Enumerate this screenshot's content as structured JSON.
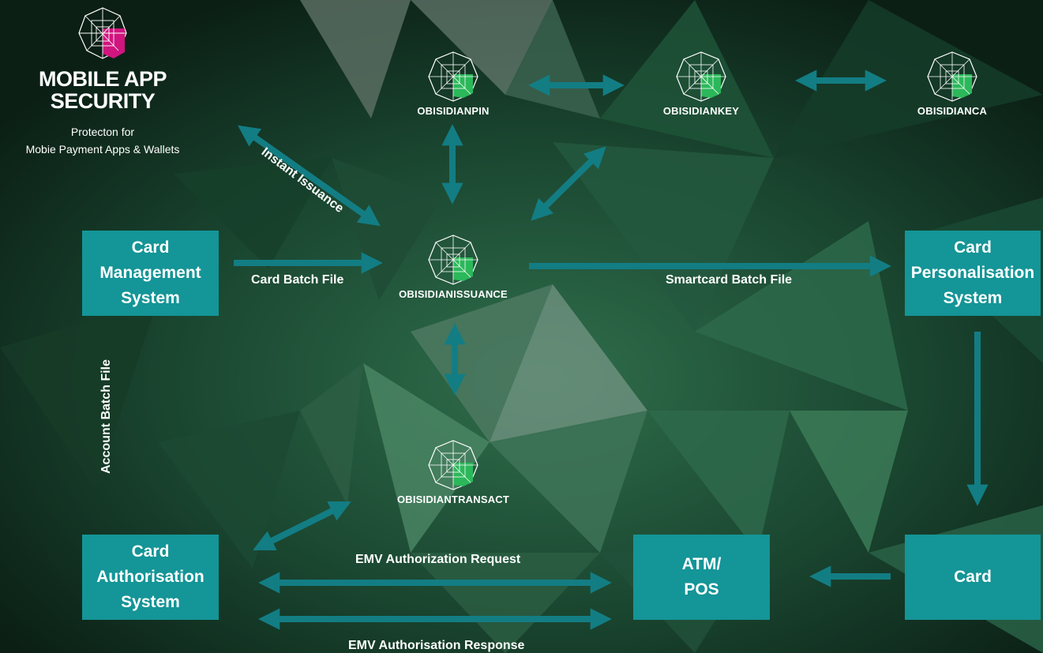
{
  "brand": {
    "title_line1": "MOBILE APP",
    "title_line2": "SECURITY",
    "subtitle_line1": "Protecton for",
    "subtitle_line2": "Mobie Payment Apps & Wallets"
  },
  "nodes": {
    "pin": "OBISIDIANPIN",
    "key": "OBISIDIANKEY",
    "ca": "OBISIDIANCA",
    "issuance": "OBISIDIANISSUANCE",
    "transact": "OBISIDIANTRANSACT"
  },
  "boxes": {
    "card_management": [
      "Card",
      "Management",
      "System"
    ],
    "card_personalisation": [
      "Card",
      "Personalisation",
      "System"
    ],
    "card_authorisation": [
      "Card",
      "Authorisation",
      "System"
    ],
    "atm_pos": [
      "ATM/",
      "POS"
    ],
    "card": [
      "Card"
    ]
  },
  "labels": {
    "instant_issuance": "Instant Issuance",
    "card_batch_file": "Card Batch File",
    "smartcard_batch_file": "Smartcard Batch File",
    "account_batch_file": "Account Batch File",
    "emv_request": "EMV Authorization Request",
    "emv_response": "EMV Authorisation Response"
  },
  "colors": {
    "box": "#149597",
    "arrow": "#137d84",
    "background": "#0d2418",
    "brand_accent": "#d0157f",
    "node_fill": "#2bb85a"
  }
}
